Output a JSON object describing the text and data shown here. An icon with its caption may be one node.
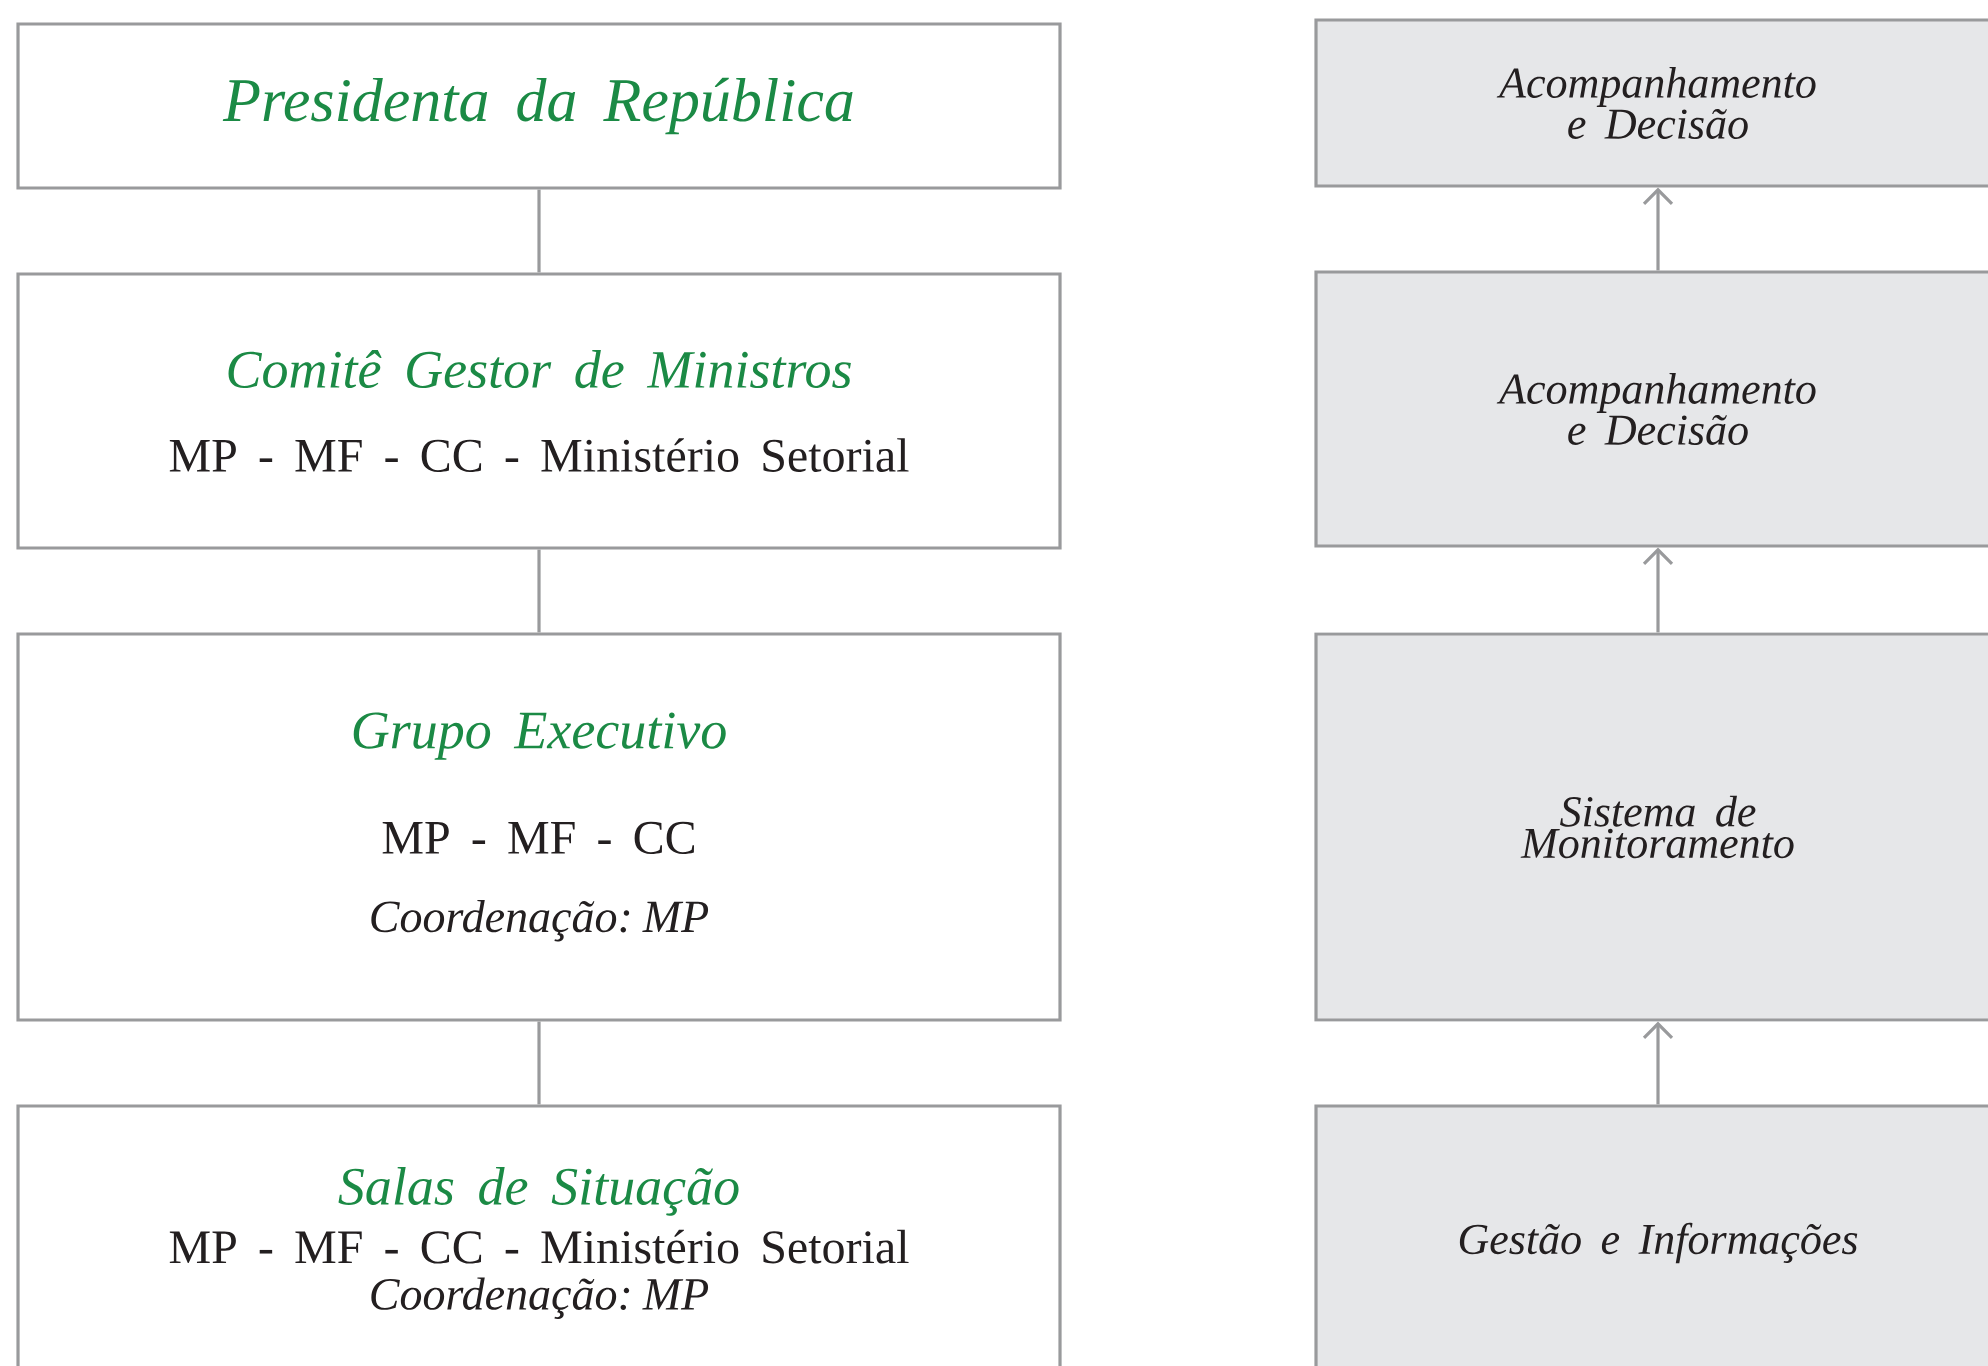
{
  "diagram": {
    "nodes": [
      {
        "text": [
          "Presidenta da República"
        ]
      },
      {
        "text": [
          "Comitê Gestor de Ministros",
          "MP - MF - CC - Ministério Setorial"
        ]
      },
      {
        "text": [
          "Grupo Executivo",
          "MP - MF - CC",
          "Coordenação: MP"
        ]
      },
      {
        "text": [
          "Salas de Situação",
          "MP - MF - CC - Ministério Setorial",
          "Coordenação: MP"
        ]
      },
      {
        "text": [
          "Acompanhamento e Decisão"
        ]
      },
      {
        "text": [
          "Acompanhamento e Decisão"
        ]
      },
      {
        "text": [
          "Sistema de Monitoramento"
        ]
      },
      {
        "text": [
          "Gestão e Informações"
        ]
      }
    ],
    "edges": [
      {
        "from": 0,
        "to": 1,
        "arrow": "none"
      },
      {
        "from": 1,
        "to": 2,
        "arrow": "none"
      },
      {
        "from": 2,
        "to": 3,
        "arrow": "none"
      },
      {
        "from": 7,
        "to": 6,
        "arrow": "to"
      },
      {
        "from": 6,
        "to": 5,
        "arrow": "to"
      },
      {
        "from": 5,
        "to": 4,
        "arrow": "to"
      }
    ]
  }
}
